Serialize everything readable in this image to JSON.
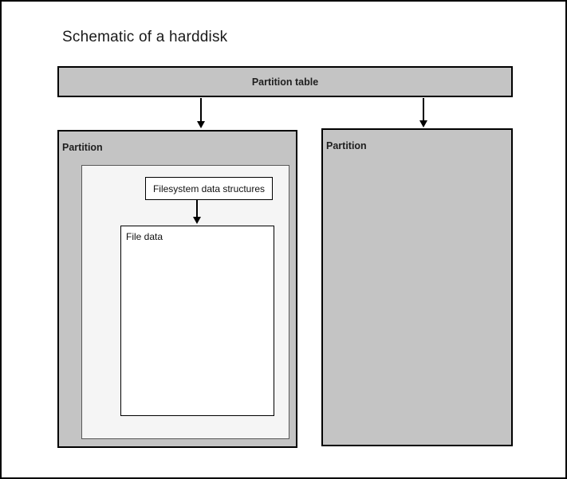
{
  "page": {
    "title": "Schematic of a harddisk"
  },
  "diagram": {
    "partition_table": {
      "label": "Partition table"
    },
    "left_partition": {
      "label": "Partition"
    },
    "right_partition": {
      "label": "Partition"
    },
    "filesystem_box": {
      "label": "Filesystem data structures"
    },
    "file_data_box": {
      "label": "File data"
    },
    "colors": {
      "partition_fill": "#c4c4c4",
      "inner_fill": "#f5f5f5",
      "box_fill": "#ffffff",
      "border": "#000000"
    }
  }
}
